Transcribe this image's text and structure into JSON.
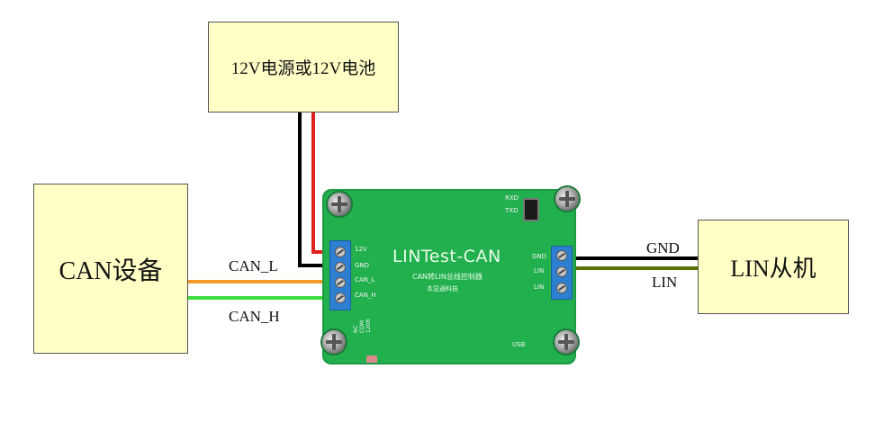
{
  "power_supply": {
    "label": "12V电源或12V电池"
  },
  "can_device": {
    "label": "CAN设备"
  },
  "lin_slave": {
    "label": "LIN从机"
  },
  "wires": {
    "can_l_label": "CAN_L",
    "can_h_label": "CAN_H",
    "gnd_label": "GND",
    "lin_label": "LIN"
  },
  "board": {
    "title": "LINTest-CAN",
    "subtitle": "CAN转LIN总线控制器",
    "brand": "本显通科技",
    "left_pins": [
      "12V",
      "GND",
      "CAN_L",
      "CAN_H"
    ],
    "right_pins": [
      "GND",
      "LIN",
      "LIN"
    ],
    "led_labels": [
      "RXD",
      "TXD"
    ],
    "usb_label": "USB",
    "dip_labels": [
      "NC",
      "COM",
      "120R"
    ]
  },
  "colors": {
    "box_fill": "#ffffc6",
    "board_green": "#22b04f",
    "wire_red": "#e0201c",
    "wire_black": "#000000",
    "wire_orange": "#f39a2a",
    "wire_green": "#3fdc3f",
    "wire_olive": "#5a7300"
  }
}
